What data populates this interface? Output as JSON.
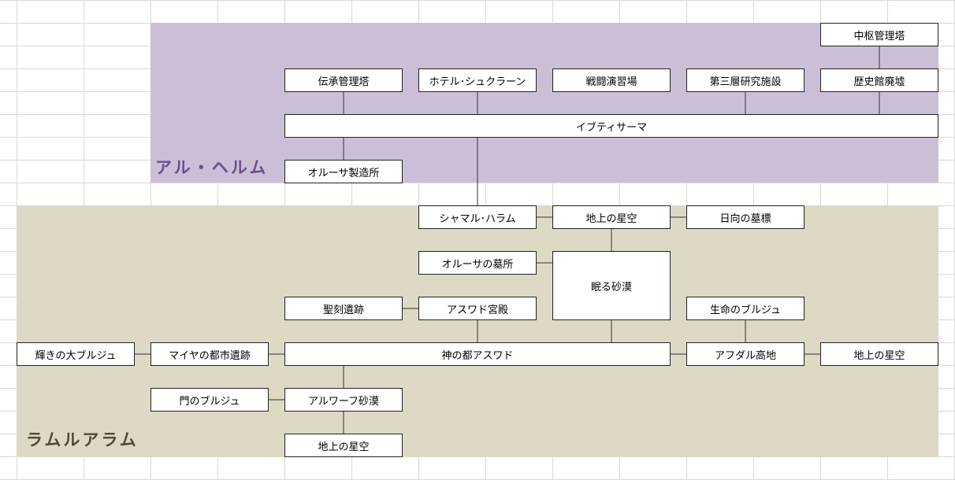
{
  "regions": {
    "upper": {
      "title": "アル・ヘルム",
      "color": "#cbbfd8",
      "title_color": "#6a4f8c"
    },
    "lower": {
      "title": "ラムルアラム",
      "color": "#ddd9c4",
      "title_color": "#4f4a32"
    }
  },
  "nodes": {
    "chusu_kanri_to": "中枢管理塔",
    "densho_kanri_to": "伝承管理塔",
    "hotel_shukuran": "ホテル･シュクラーン",
    "sento_enshujo": "戦闘演習場",
    "daisanso_kenkyu_shisetsu": "第三層研究施設",
    "rekishikan_haikyo": "歴史館廃墟",
    "ibutisama": "イブティサーマ",
    "orusa_seizosho": "オルーサ製造所",
    "shamaru_haramu": "シャマル･ハラム",
    "chijo_no_hoshizora_1": "地上の星空",
    "hinata_no_bohyo": "日向の墓標",
    "orusa_no_bosho": "オルーサの墓所",
    "nemuru_sabaku": "眠る砂漠",
    "seikoku_iseki": "聖刻遺跡",
    "asuwado_kyuden": "アスワド宮殿",
    "seimei_no_burujyu": "生命のブルジュ",
    "kagayaki_no_oburujyu": "輝きの大ブルジュ",
    "maiya_no_toshi_iseki": "マイヤの都市遺跡",
    "kami_no_miyako_asuwado": "神の都アスワド",
    "afudaru_kochi": "アフダル高地",
    "chijo_no_hoshizora_2": "地上の星空",
    "mon_no_burujyu": "門のブルジュ",
    "aruwafu_sabaku": "アルワーフ砂漠",
    "chijo_no_hoshizora_3": "地上の星空"
  }
}
